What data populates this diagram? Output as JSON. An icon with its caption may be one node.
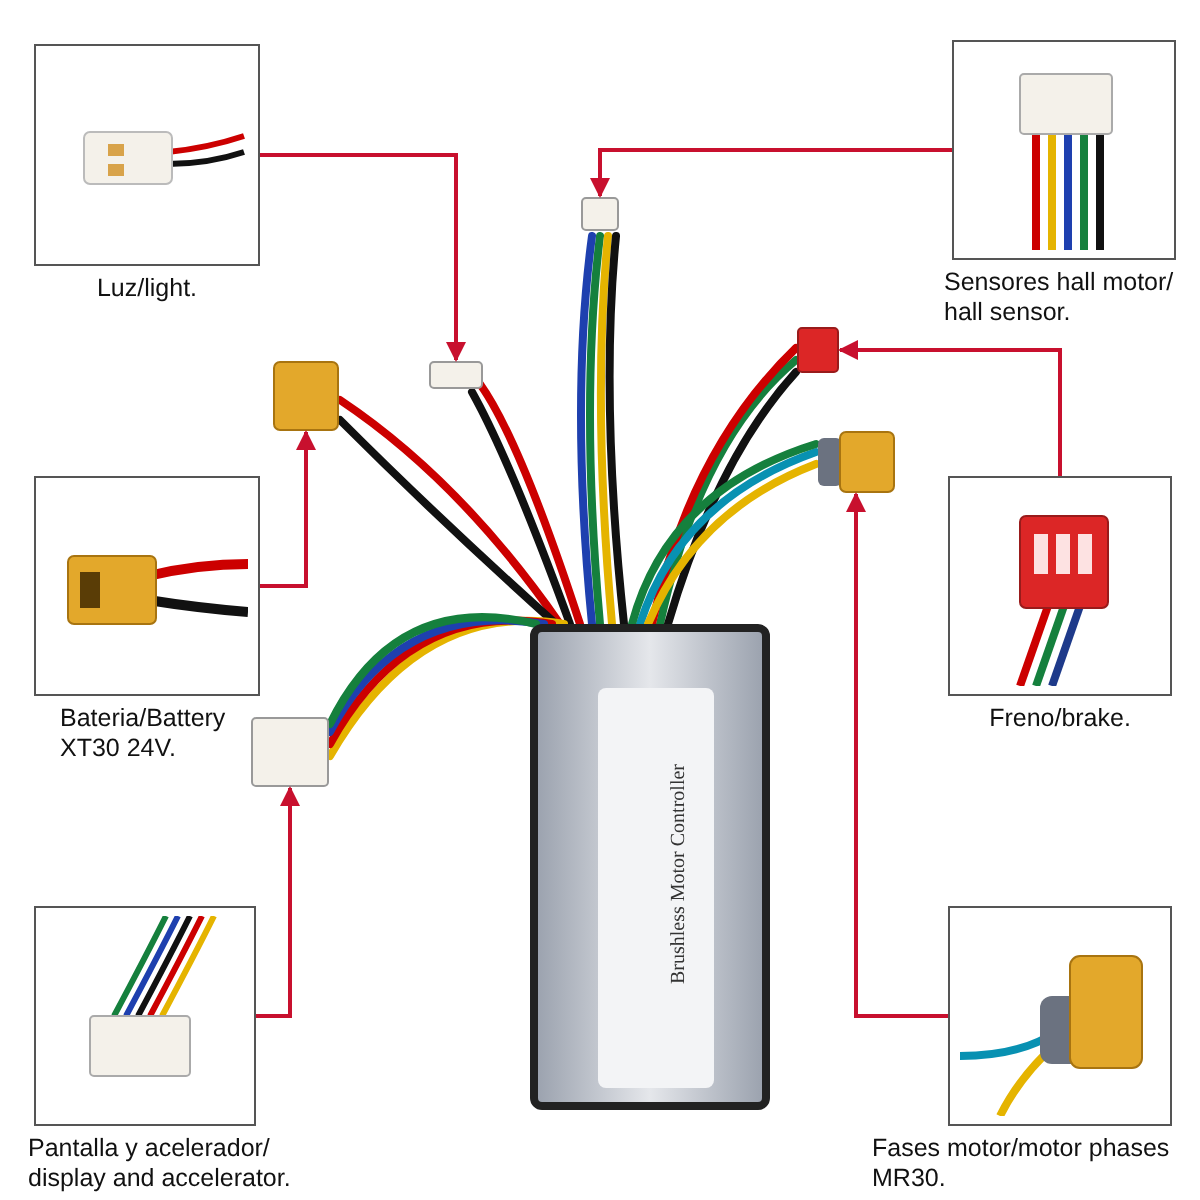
{
  "diagram": {
    "nodes": [
      {
        "text": [
          "Luz/light."
        ]
      },
      {
        "text": [
          "Sensores hall motor/ hall sensor."
        ]
      },
      {
        "text": [
          "Bateria/Battery XT30 24V."
        ]
      },
      {
        "text": [
          "Freno/brake."
        ]
      },
      {
        "text": [
          "Pantalla y acelerador/ display and accelerator."
        ]
      },
      {
        "text": [
          "Fases motor/motor phases MR30."
        ]
      },
      {
        "text": [],
        "shape": "box"
      },
      {
        "text": [],
        "shape": "box"
      },
      {
        "text": [],
        "shape": "box"
      },
      {
        "text": [],
        "shape": "box"
      },
      {
        "text": [],
        "shape": "box"
      },
      {
        "text": [],
        "shape": "box"
      }
    ],
    "edges": [
      {
        "from": 0,
        "to": 6,
        "arrow": "to"
      },
      {
        "from": 1,
        "to": 7,
        "arrow": "to"
      },
      {
        "from": 2,
        "to": 8,
        "arrow": "to"
      },
      {
        "from": 3,
        "to": 9,
        "arrow": "to"
      },
      {
        "from": 4,
        "to": 10,
        "arrow": "to"
      },
      {
        "from": 5,
        "to": 11,
        "arrow": "to"
      }
    ],
    "labels": [
      "Brushless Motor Controller"
    ]
  }
}
